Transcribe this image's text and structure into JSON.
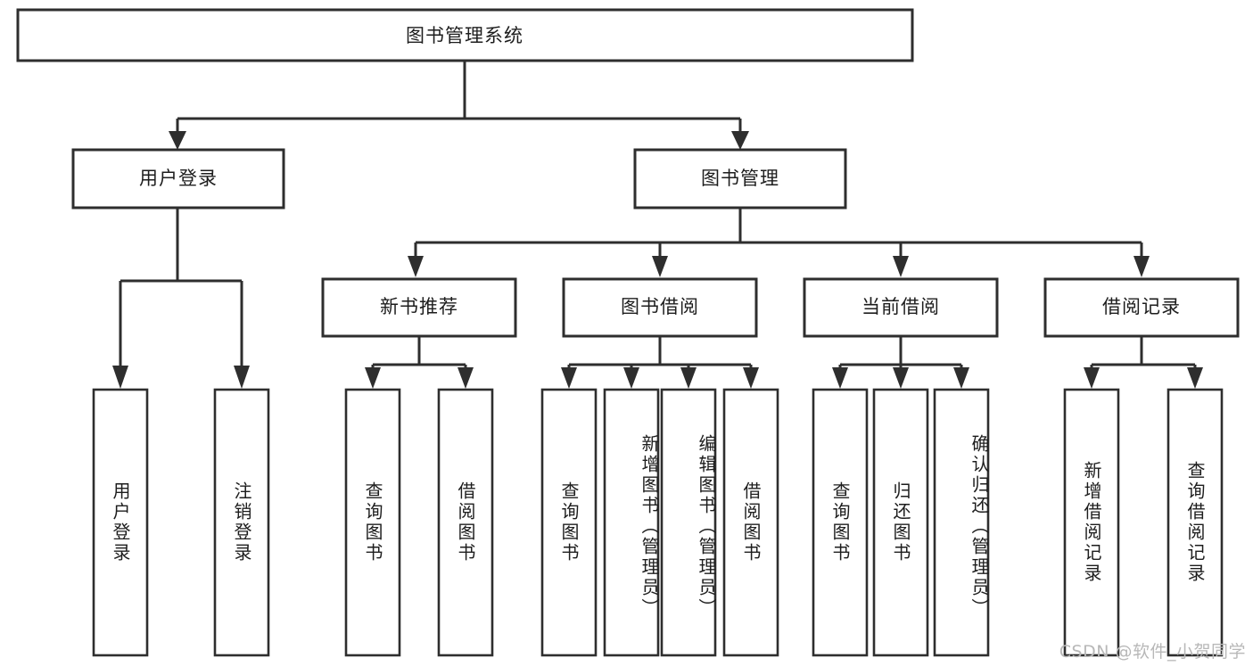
{
  "diagram": {
    "type": "hierarchy-tree",
    "title": "图书管理系统",
    "watermark": "CSDN @软件_小贺同学",
    "colors": {
      "stroke": "#2e2e2e",
      "fill": "#ffffff",
      "text": "#1d1d1d",
      "watermark": "#b8b8b8"
    },
    "levels": {
      "level1": [
        "图书管理系统"
      ],
      "level2": [
        "用户登录",
        "图书管理"
      ],
      "level3": [
        "新书推荐",
        "图书借阅",
        "当前借阅",
        "借阅记录"
      ],
      "level4": [
        "用户登录",
        "注销登录",
        "查询图书",
        "借阅图书",
        "查询图书",
        "新增图书（管理员）",
        "编辑图书（管理员）",
        "借阅图书",
        "查询图书",
        "归还图书",
        "确认归还（管理员）",
        "新增借阅记录",
        "查询借阅记录"
      ]
    },
    "nodes": {
      "root": {
        "label": "图书管理系统"
      },
      "user_login": {
        "label": "用户登录"
      },
      "book_mgmt": {
        "label": "图书管理"
      },
      "new_book_rec": {
        "label": "新书推荐"
      },
      "book_borrow": {
        "label": "图书借阅"
      },
      "current_borrow": {
        "label": "当前借阅"
      },
      "borrow_record": {
        "label": "借阅记录"
      },
      "leaf_user_login": {
        "label": "用户登录"
      },
      "leaf_logout": {
        "label": "注销登录"
      },
      "leaf_query_book_a": {
        "label": "查询图书"
      },
      "leaf_borrow_book_a": {
        "label": "借阅图书"
      },
      "leaf_query_book_b": {
        "label": "查询图书"
      },
      "leaf_add_book": {
        "label": "新增图书（管理员）"
      },
      "leaf_edit_book": {
        "label": "编辑图书（管理员）"
      },
      "leaf_borrow_book_b": {
        "label": "借阅图书"
      },
      "leaf_query_book_c": {
        "label": "查询图书"
      },
      "leaf_return_book": {
        "label": "归还图书"
      },
      "leaf_confirm_return": {
        "label": "确认归还（管理员）"
      },
      "leaf_add_record": {
        "label": "新增借阅记录"
      },
      "leaf_query_record": {
        "label": "查询借阅记录"
      }
    },
    "edges": [
      {
        "from": "图书管理系统",
        "to": "用户登录"
      },
      {
        "from": "图书管理系统",
        "to": "图书管理"
      },
      {
        "from": "用户登录",
        "to": "用户登录"
      },
      {
        "from": "用户登录",
        "to": "注销登录"
      },
      {
        "from": "图书管理",
        "to": "新书推荐"
      },
      {
        "from": "图书管理",
        "to": "图书借阅"
      },
      {
        "from": "图书管理",
        "to": "当前借阅"
      },
      {
        "from": "图书管理",
        "to": "借阅记录"
      },
      {
        "from": "新书推荐",
        "to": "查询图书"
      },
      {
        "from": "新书推荐",
        "to": "借阅图书"
      },
      {
        "from": "图书借阅",
        "to": "查询图书"
      },
      {
        "from": "图书借阅",
        "to": "新增图书（管理员）"
      },
      {
        "from": "图书借阅",
        "to": "编辑图书（管理员）"
      },
      {
        "from": "图书借阅",
        "to": "借阅图书"
      },
      {
        "from": "当前借阅",
        "to": "查询图书"
      },
      {
        "from": "当前借阅",
        "to": "归还图书"
      },
      {
        "from": "当前借阅",
        "to": "确认归还（管理员）"
      },
      {
        "from": "借阅记录",
        "to": "新增借阅记录"
      },
      {
        "from": "借阅记录",
        "to": "查询借阅记录"
      }
    ]
  }
}
